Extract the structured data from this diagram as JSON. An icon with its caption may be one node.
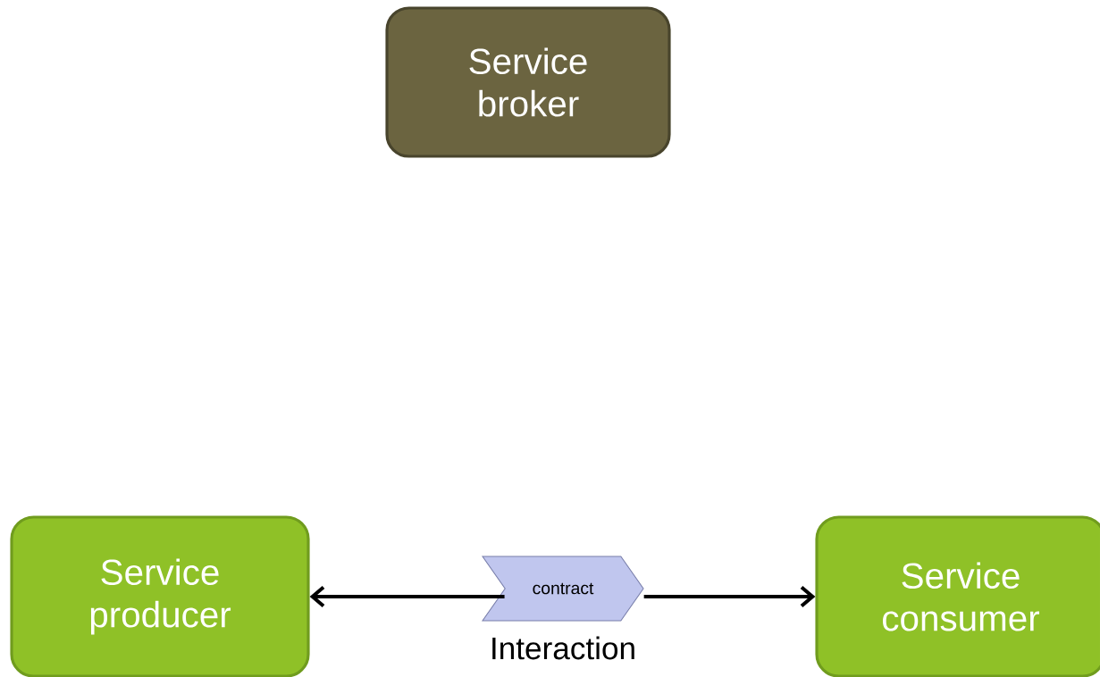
{
  "diagram": {
    "nodes": [
      {
        "text": [
          "Service broker"
        ]
      },
      {
        "text": [
          "Service producer"
        ]
      },
      {
        "text": [
          "contract"
        ],
        "beside": [
          "Interaction"
        ]
      },
      {
        "text": [
          "Service consumer"
        ]
      }
    ],
    "edges": [
      {
        "from": 2,
        "to": 1,
        "arrow": "to"
      },
      {
        "from": 2,
        "to": 3,
        "arrow": "to"
      }
    ]
  }
}
